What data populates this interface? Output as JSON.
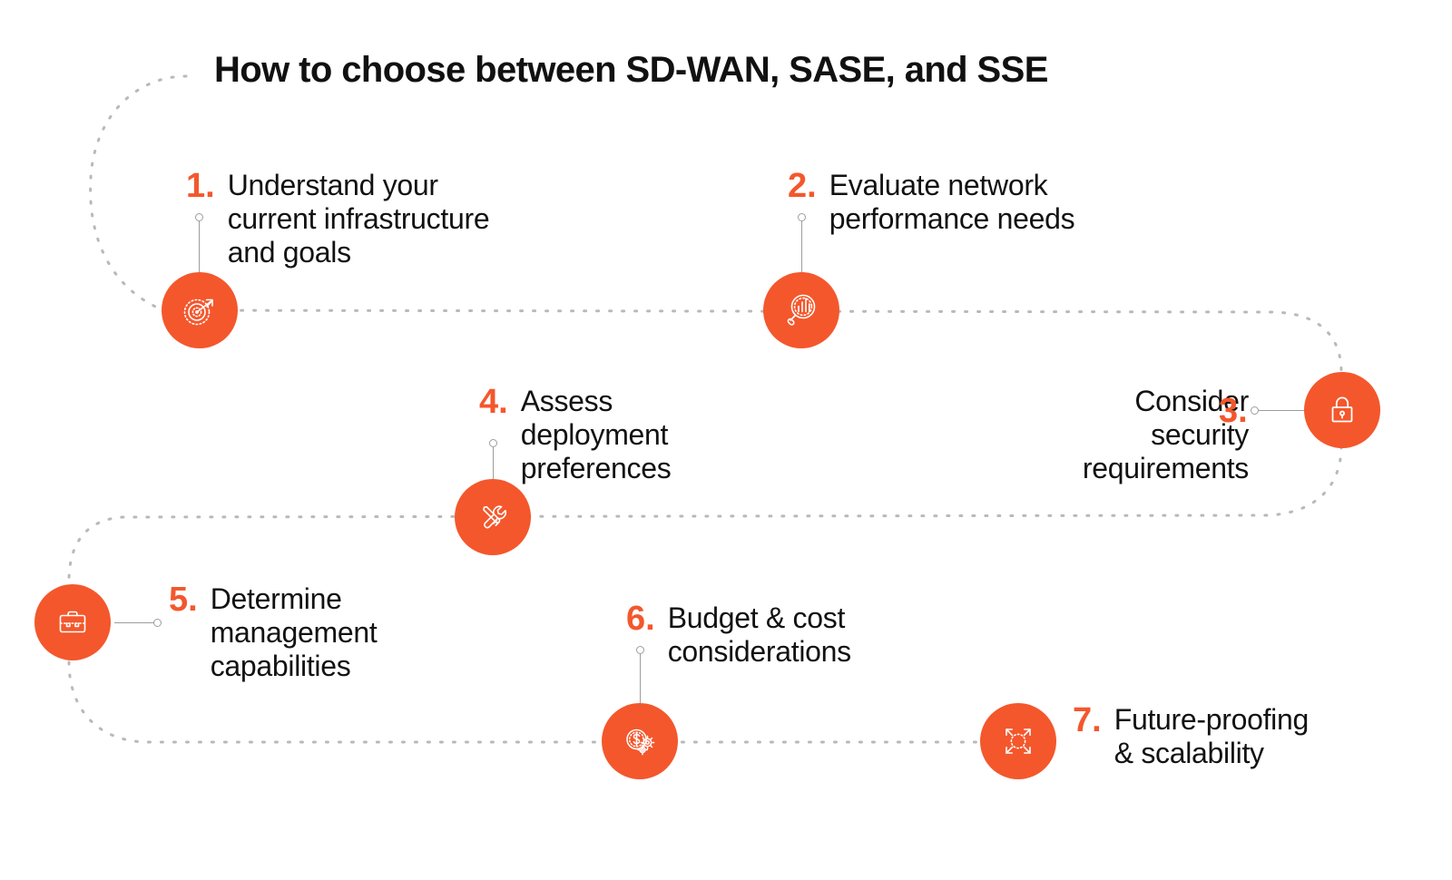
{
  "page": {
    "title": "How to choose between SD-WAN, SASE, and SSE",
    "accent_color": "#F4572C",
    "text_color": "#121212",
    "path_color": "#b9b9b9",
    "background": "#ffffff"
  },
  "steps": [
    {
      "number": "1.",
      "label": "Understand your\ncurrent infrastructure\nand goals",
      "icon": "target-arrow-icon"
    },
    {
      "number": "2.",
      "label": "Evaluate network\nperformance needs",
      "icon": "magnifier-bar-chart-icon"
    },
    {
      "number": "3.",
      "label": "Consider\nsecurity\nrequirements",
      "icon": "padlock-icon"
    },
    {
      "number": "4.",
      "label": "Assess\ndeployment\npreferences",
      "icon": "wrench-screwdriver-icon"
    },
    {
      "number": "5.",
      "label": "Determine\nmanagement\ncapabilities",
      "icon": "briefcase-icon"
    },
    {
      "number": "6.",
      "label": "Budget & cost\nconsiderations",
      "icon": "dollar-coin-gears-icon"
    },
    {
      "number": "7.",
      "label": "Future-proofing\n& scalability",
      "icon": "expand-arrows-icon"
    }
  ]
}
